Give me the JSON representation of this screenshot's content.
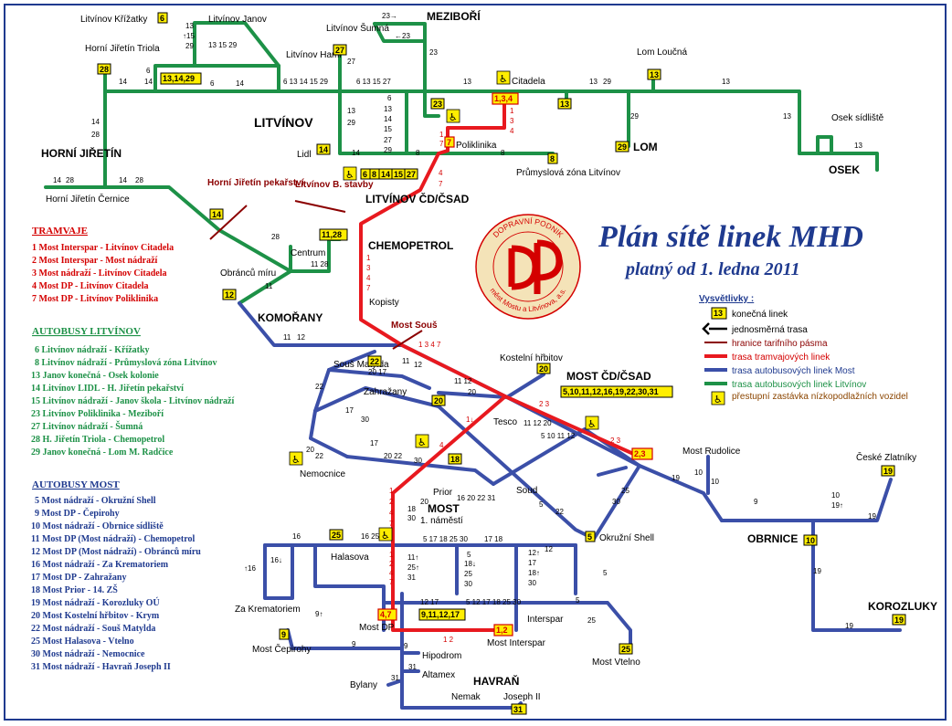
{
  "title": "Plán sítě linek MHD",
  "subtitle": "platný od 1. ledna 2011",
  "logo": {
    "top": "DOPRAVNÍ PODNIK",
    "bottom": "měst Mostu a Litvínova, a.s.",
    "mono": "dp",
    "color": "#d40000",
    "fill": "#f4e3b8"
  },
  "colors": {
    "tram": "#e8191f",
    "bus_most": "#3b4fa8",
    "bus_litvinov": "#1d9147",
    "zone": "#8b0000",
    "terminus": "#ffee00",
    "title": "#1f3a8f"
  },
  "legend_tram": {
    "heading": "TRAMVAJE",
    "items": [
      "1  Most Interspar - Litvínov Citadela",
      "2  Most Interspar - Most nádraží",
      "3  Most nádraží - Litvínov Citadela",
      "4  Most DP - Litvínov Citadela",
      "7  Most DP - Litvínov Poliklinika"
    ]
  },
  "legend_bus_litvinov": {
    "heading": "AUTOBUSY LITVÍNOV",
    "items": [
      "6  Litvínov nádraží - Křížatky",
      "8  Litvínov nádraží - Průmyslová zóna Litvínov",
      "13  Janov konečná - Osek kolonie",
      "14  Litvínov LIDL - H. Jiřetín pekařství",
      "15  Litvínov nádraží - Janov škola - Litvínov nádraží",
      "23  Litvínov Poliklinika - Meziboří",
      "27  Litvínov nádraží - Šumná",
      "28  H. Jiřetín Triola - Chemopetrol",
      "29  Janov konečná - Lom M. Radčice"
    ]
  },
  "legend_bus_most": {
    "heading": "AUTOBUSY MOST",
    "items": [
      "5  Most nádraží - Okružní Shell",
      "9  Most DP - Čepirohy",
      "10  Most nádraží - Obrnice sídliště",
      "11  Most DP (Most nádraží) - Chemopetrol",
      "12  Most DP (Most nádraží) - Obránců míru",
      "16  Most nádraží - Za Krematoriem",
      "17  Most DP - Zahražany",
      "18  Most Prior - 14. ZŠ",
      "19  Most nádraží - Korozluky OÚ",
      "20  Most Kostelní hřbitov - Krym",
      "22  Most nádraží - Souš Matylda",
      "25  Most Halasova - Vtelno",
      "30  Most nádraží - Nemocnice",
      "31  Most nádraží - Havraň Joseph II"
    ]
  },
  "legend_symbols": {
    "heading": "Vysvětlivky :",
    "items": [
      "konečná linek",
      "jednosměrná trasa",
      "hranice tarifního pásma",
      "trasa tramvajových linek",
      "trasa autobusových linek Most",
      "trasa autobusových linek Litvínov",
      "přestupní zastávka nízkopodlažních vozidel"
    ],
    "box_sample": "13"
  },
  "cities": [
    "LITVÍNOV",
    "HORNÍ JIŘETÍN",
    "MEZIBOŘÍ",
    "LOM",
    "OSEK",
    "KOMOŘANY",
    "MOST",
    "OBRNICE",
    "KOROZLUKY",
    "HAVRAŇ",
    "CHEMOPETROL",
    "MOST ČD/ČSAD",
    "LITVÍNOV ČD/ČSAD"
  ],
  "zones": [
    "Horní Jiřetín pekařství",
    "Litvínov B. stavby",
    "Most Souš"
  ],
  "stops": {
    "krizatky": "Litvínov Křížatky",
    "janov": "Litvínov Janov",
    "triola": "Horní Jiřetín Triola",
    "sumna": "Litvínov Šumná",
    "hamr": "Litvínov Hamr",
    "citadela": "Citadela",
    "lomloucna": "Lom Loučná",
    "osek_sidliste": "Osek sídliště",
    "lidl": "Lidl",
    "poliklinika": "Poliklinika",
    "prumzona": "Průmyslová zóna Litvínov",
    "hj_cernice": "Horní Jiřetín Černice",
    "centrum": "Centrum",
    "obrancu": "Obránců míru",
    "kopisty": "Kopisty",
    "sous_matylda": "Souš Matylda",
    "zahrazany": "Zahražany",
    "kostelni": "Kostelní hřbitov",
    "tesco": "Tesco",
    "nemocnice": "Nemocnice",
    "prior": "Prior",
    "soud": "Soud",
    "namesti": "1. náměstí",
    "rudolice": "Most Rudolice",
    "zlatniky": "České Zlatníky",
    "okruzni": "Okružní Shell",
    "halasova": "Halasova",
    "krematorium": "Za Krematoriem",
    "most_dp": "Most DP",
    "cepirohy": "Most Čepirohy",
    "hipodrom": "Hipodrom",
    "altamex": "Altamex",
    "bylany": "Bylany",
    "interspar": "Interspar",
    "most_interspar": "Most Interspar",
    "vtelno": "Most Vtelno",
    "nemak": "Nemak",
    "joseph": "Joseph II"
  },
  "termini": [
    "6",
    "28",
    "13,14,29",
    "27",
    "23",
    "1,3,4",
    "7",
    "13",
    "13",
    "29",
    "8",
    "14",
    "6",
    "8",
    "14",
    "15",
    "27",
    "14",
    "11,28",
    "12",
    "22",
    "20",
    "20",
    "18",
    "5,10,11,12,16,19,22,30,31",
    "2,3",
    "25",
    "5",
    "4,7",
    "9,11,12,17",
    "1,2",
    "9",
    "25",
    "10",
    "19",
    "19",
    "31"
  ]
}
